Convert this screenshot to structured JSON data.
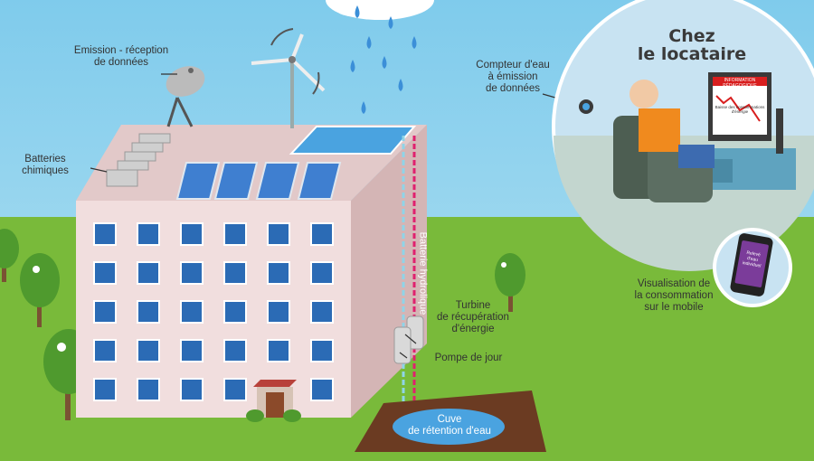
{
  "labels": {
    "antenna": "Emission - réception\nde données",
    "batteries": "Batteries\nchimiques",
    "hydro_battery": "Batterie hydrolique",
    "turbine": "Turbine\nde récupération\nd'énergie",
    "pump": "Pompe de jour",
    "tank": "Cuve\nde rétention d'eau",
    "tenant_title": "Chez\nle locataire",
    "water_meter": "Compteur d'eau\nà émission\nde données",
    "mobile": "Visualisation de\nla consommation\nsur le mobile",
    "tv_banner": "INFORMATION PÉDAGOGIQUE",
    "tv_caption": "Baisse des consommations d'énergie",
    "phone_text": "Relevé d'eau individuel"
  },
  "colors": {
    "sky": "#7fcbec",
    "grass": "#79ba3a",
    "building_front": "#f1dede",
    "building_side": "#d9bdbd",
    "window": "#2b6bb5",
    "water": "#4aa3e0",
    "soil": "#6b3b22"
  }
}
